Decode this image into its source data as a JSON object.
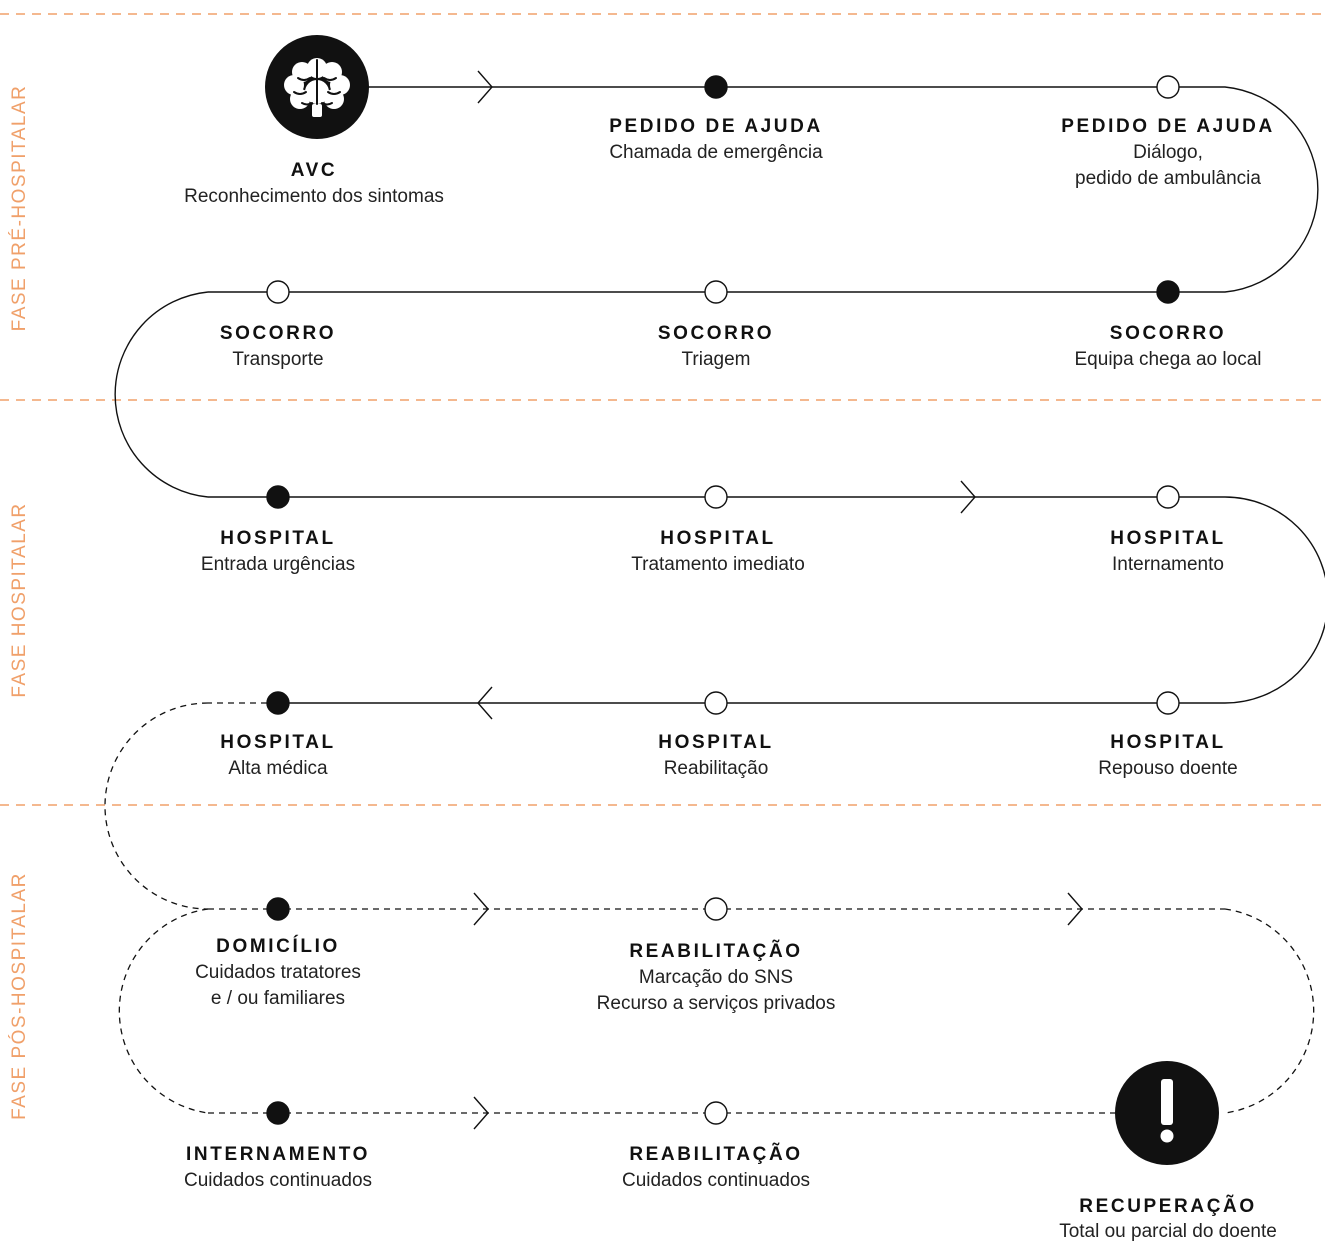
{
  "colors": {
    "accent": "#f0a06a",
    "line": "#111111",
    "node_fill": "#111111"
  },
  "phases": {
    "pre": "FASE PRÉ-HOSPITALAR",
    "hosp": "FASE HOSPITALAR",
    "pos": "FASE PÓS-HOSPITALAR"
  },
  "icons": {
    "start": "brain-icon",
    "end": "exclamation-icon"
  },
  "steps": {
    "avc": {
      "title": "AVC",
      "sub": "Reconhecimento dos sintomas"
    },
    "ajuda1": {
      "title": "PEDIDO DE AJUDA",
      "sub": "Chamada de emergência"
    },
    "ajuda2": {
      "title": "PEDIDO DE AJUDA",
      "sub1": "Diálogo,",
      "sub2": "pedido de ambulância"
    },
    "socorro_local": {
      "title": "SOCORRO",
      "sub": "Equipa chega ao local"
    },
    "socorro_triagem": {
      "title": "SOCORRO",
      "sub": "Triagem"
    },
    "socorro_transporte": {
      "title": "SOCORRO",
      "sub": "Transporte"
    },
    "hosp_entrada": {
      "title": "HOSPITAL",
      "sub": "Entrada urgências"
    },
    "hosp_tratamento": {
      "title": "HOSPITAL",
      "sub": "Tratamento imediato"
    },
    "hosp_internamento": {
      "title": "HOSPITAL",
      "sub": "Internamento"
    },
    "hosp_repouso": {
      "title": "HOSPITAL",
      "sub": "Repouso doente"
    },
    "hosp_reabilitacao": {
      "title": "HOSPITAL",
      "sub": "Reabilitação"
    },
    "hosp_alta": {
      "title": "HOSPITAL",
      "sub": "Alta médica"
    },
    "domicilio": {
      "title": "DOMICÍLIO",
      "sub1": "Cuidados tratatores",
      "sub2": "e / ou familiares"
    },
    "reab_sns": {
      "title": "REABILITAÇÃO",
      "sub1": "Marcação do SNS",
      "sub2": "Recurso a serviços privados"
    },
    "internamento": {
      "title": "INTERNAMENTO",
      "sub": "Cuidados continuados"
    },
    "reab_cuidados": {
      "title": "REABILITAÇÃO",
      "sub": "Cuidados continuados"
    },
    "recuperacao": {
      "title": "RECUPERAÇÃO",
      "sub": "Total ou parcial do doente"
    }
  }
}
